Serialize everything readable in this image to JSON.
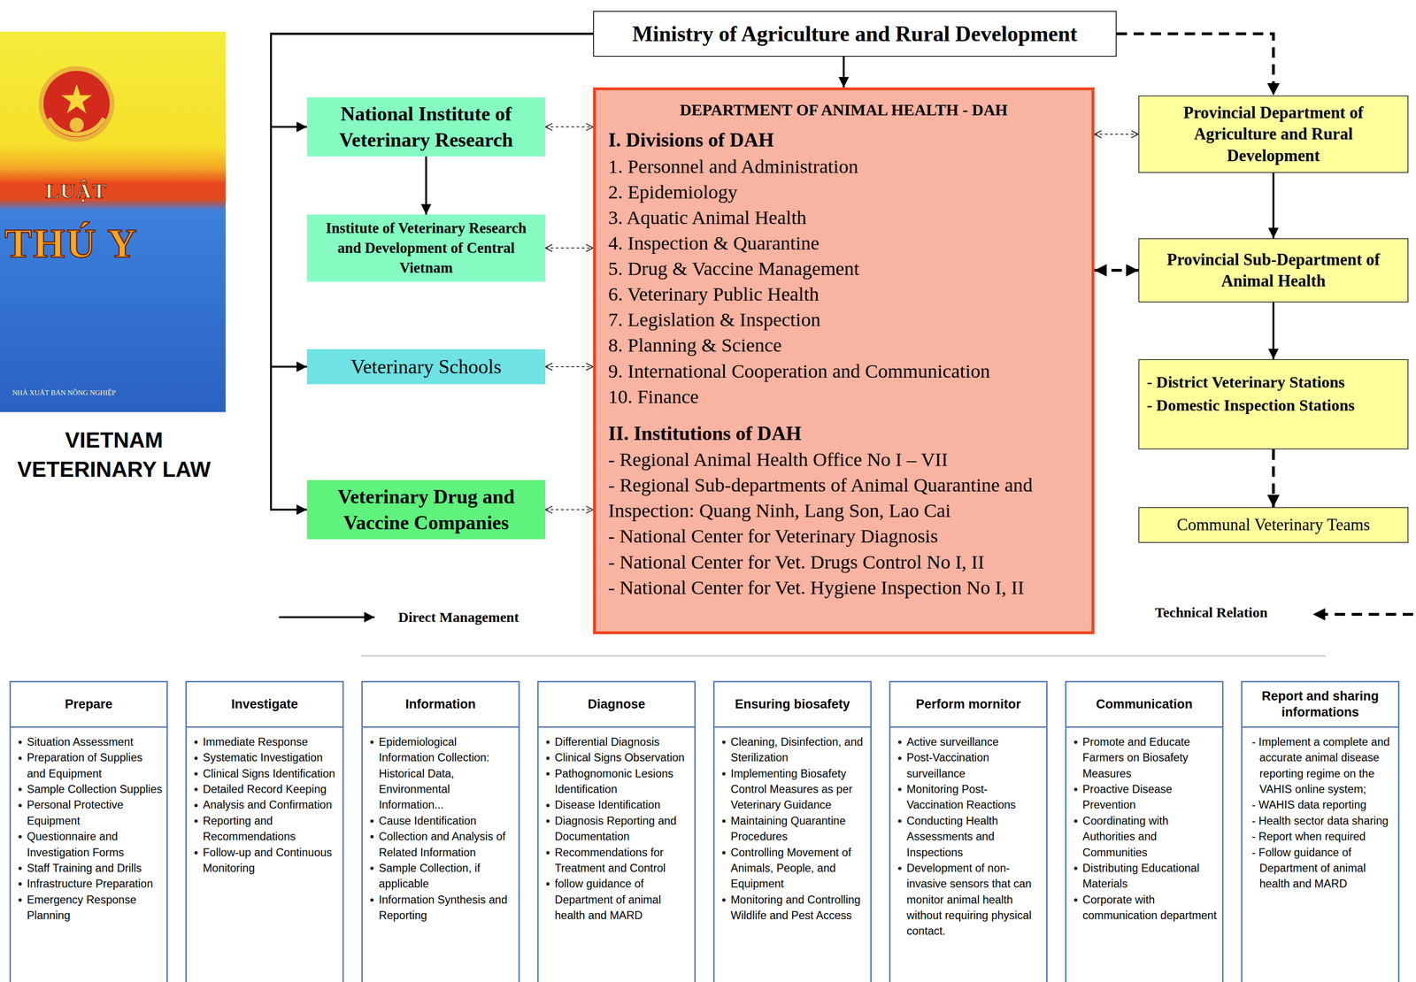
{
  "diagram": {
    "nodes": [
      {
        "text": [
          "LUẬT",
          "THÚ Y",
          "NHÀ XUẤT BẢN NÔNG NGHIỆP"
        ]
      },
      {
        "text": [
          "Ministry of Agriculture and Rural Development"
        ]
      },
      {
        "text": [
          "National Institute of Veterinary Research"
        ]
      },
      {
        "text": [
          "Institute of Veterinary Research and Development of Central Vietnam"
        ]
      },
      {
        "text": [
          "Veterinary Schools"
        ]
      },
      {
        "text": [
          "Veterinary Drug and Vaccine Companies"
        ]
      },
      {
        "text": [
          "DEPARTMENT OF ANIMAL HEALTH - DAH",
          "I. Divisions of DAH",
          "1. Personnel and Administration",
          "2. Epidemiology",
          "3. Aquatic Animal Health",
          "4. Inspection & Quarantine",
          "5. Drug & Vaccine Management",
          "6. Veterinary Public Health",
          "7. Legislation & Inspection",
          "8. Planning & Science",
          "9. International Cooperation and Communication",
          "10. Finance",
          "II. Institutions of DAH",
          "- Regional Animal Health Office No I – VII",
          "- Regional Sub-departments of Animal Quarantine and Inspection: Quang Ninh, Lang Son, Lao Cai",
          "- National Center for Veterinary Diagnosis",
          "- National Center for Vet. Drugs Control No I, II",
          "- National Center for Vet. Hygiene Inspection No I, II"
        ]
      },
      {
        "text": [
          "Provincial Department of Agriculture and Rural Development"
        ]
      },
      {
        "text": [
          "Provincial Sub-Department of Animal Health"
        ]
      },
      {
        "text": [
          "- District Veterinary Stations",
          "- Domestic Inspection Stations"
        ]
      },
      {
        "text": [
          "Communal Veterinary Teams"
        ]
      },
      {
        "text": [
          "Prepare",
          "Situation Assessment",
          "Preparation of Supplies and Equipment",
          "Sample Collection Supplies",
          "Personal Protective Equipment",
          "Questionnaire and Investigation Forms",
          "Staff Training and Drills",
          "Infrastructure Preparation",
          "Emergency Response Planning"
        ]
      },
      {
        "text": [
          "Investigate",
          "Immediate Response",
          "Systematic Investigation",
          "Clinical Signs Identification",
          "Detailed Record Keeping",
          "Analysis and Confirmation",
          "Reporting and Recommendations",
          "Follow-up and Continuous Monitoring"
        ]
      },
      {
        "text": [
          "Information",
          "Epidemiological Information Collection: Historical Data, Environmental Information...",
          "Cause Identification",
          "Collection and Analysis of Related Information",
          "Sample Collection, if applicable",
          "Information Synthesis and Reporting"
        ]
      },
      {
        "text": [
          "Diagnose",
          "Differential Diagnosis",
          "Clinical Signs Observation",
          "Pathognomonic Lesions Identification",
          "Disease Identification",
          "Diagnosis Reporting and Documentation",
          "Recommendations for Treatment and Control",
          "follow guidance of Department of animal health and MARD"
        ]
      },
      {
        "text": [
          "Ensuring biosafety",
          "Cleaning, Disinfection, and Sterilization",
          "Implementing Biosafety Control Measures as per Veterinary Guidance",
          "Maintaining Quarantine Procedures",
          "Controlling Movement of Animals, People, and Equipment",
          "Monitoring and Controlling Wildlife and Pest Access"
        ]
      },
      {
        "text": [
          "Perform mornitor",
          "Active surveillance",
          "Post-Vaccination surveillance",
          "Monitoring Post-Vaccination Reactions",
          "Conducting Health Assessments and Inspections",
          "Development of non-invasive sensors that can monitor animal health without requiring physical contact."
        ]
      },
      {
        "text": [
          "Communication",
          "Promote and Educate Farmers on Biosafety Measures",
          "Proactive Disease Prevention",
          "Coordinating with Authorities and Communities",
          "Distributing Educational Materials",
          "Corporate with communication department"
        ]
      },
      {
        "text": [
          "Report and sharing informations",
          "- Implement a complete and accurate animal disease reporting regime on the VAHIS online system;",
          "- WAHIS data reporting",
          "- Health sector data sharing",
          "- Report when required",
          "- Follow guidance of Department of animal health and MARD"
        ]
      }
    ],
    "edges": [
      {
        "from": 1,
        "to": 6,
        "arrow": "to"
      },
      {
        "from": 1,
        "to": 2,
        "arrow": "to"
      },
      {
        "from": 1,
        "to": 4,
        "arrow": "to"
      },
      {
        "from": 1,
        "to": 5,
        "arrow": "to"
      },
      {
        "from": 2,
        "to": 3,
        "arrow": "to"
      },
      {
        "from": 2,
        "to": 6,
        "arrow": "both"
      },
      {
        "from": 3,
        "to": 6,
        "arrow": "both"
      },
      {
        "from": 4,
        "to": 6,
        "arrow": "both"
      },
      {
        "from": 5,
        "to": 6,
        "arrow": "both"
      },
      {
        "from": 1,
        "to": 7,
        "arrow": "to"
      },
      {
        "from": 6,
        "to": 7,
        "arrow": "both"
      },
      {
        "from": 6,
        "to": 8,
        "arrow": "both"
      },
      {
        "from": 7,
        "to": 8,
        "arrow": "to"
      },
      {
        "from": 8,
        "to": 9,
        "arrow": "to"
      },
      {
        "from": 9,
        "to": 10,
        "arrow": "to"
      }
    ],
    "labels": [
      "VIETNAM VETERINARY LAW"
    ],
    "legend": [
      {
        "text": "Direct Management"
      },
      {
        "text": "Technical Relation"
      }
    ]
  }
}
